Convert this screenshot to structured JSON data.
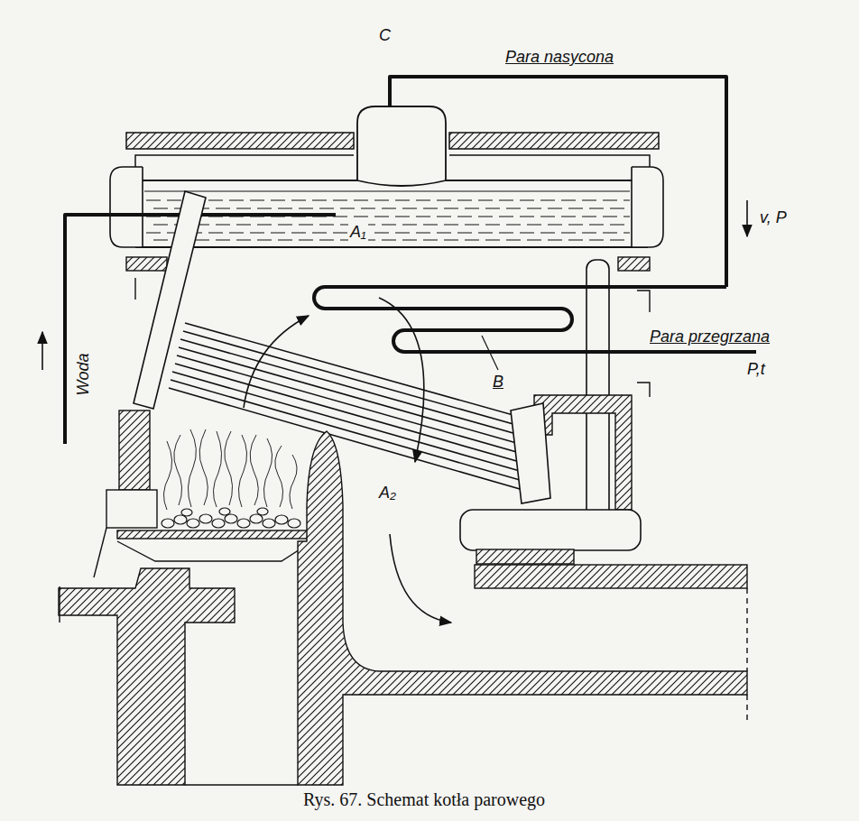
{
  "diagram": {
    "caption": "Rys. 67. Schemat kotła parowego",
    "labels": [
      "C",
      "Para nasycona",
      "v, P",
      "A₁",
      "B",
      "Para przegrzana",
      "P,t",
      "Woda",
      "A₂"
    ]
  }
}
